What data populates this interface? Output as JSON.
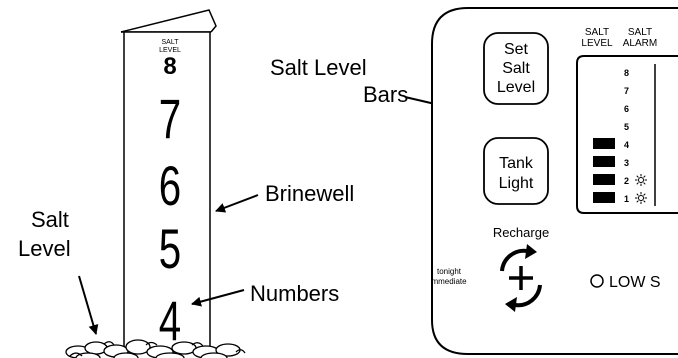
{
  "brinewell": {
    "header_line1": "SALT",
    "header_line2": "LEVEL",
    "numbers": [
      "8",
      "7",
      "6",
      "5",
      "4"
    ]
  },
  "callouts": {
    "brinewell": "Brinewell",
    "numbers": "Numbers",
    "salt_level_line1": "Salt",
    "salt_level_line2": "Level",
    "salt_level_bars_line1": "Salt Level",
    "salt_level_bars_line2": "Bars"
  },
  "panel": {
    "col_header_salt_level_1": "SALT",
    "col_header_salt_level_2": "LEVEL",
    "col_header_salt_alarm_1": "SALT",
    "col_header_salt_alarm_2": "ALARM",
    "set_salt_level_button": [
      "Set",
      "Salt",
      "Level"
    ],
    "tank_light_button": [
      "Tank",
      "Light"
    ],
    "recharge_label": "Recharge",
    "recharge_side_text_1": "tonight",
    "recharge_side_text_2": "mmediate",
    "low_salt_label": "LOW S",
    "level_rows": [
      {
        "label": "8",
        "lit": false,
        "alarm": false
      },
      {
        "label": "7",
        "lit": false,
        "alarm": false
      },
      {
        "label": "6",
        "lit": false,
        "alarm": false
      },
      {
        "label": "5",
        "lit": false,
        "alarm": false
      },
      {
        "label": "4",
        "lit": true,
        "alarm": false
      },
      {
        "label": "3",
        "lit": true,
        "alarm": false
      },
      {
        "label": "2",
        "lit": true,
        "alarm": true
      },
      {
        "label": "1",
        "lit": true,
        "alarm": true
      }
    ]
  },
  "icons": {
    "alarm": "sun-burst-icon",
    "recharge": "circular-arrows-plus-icon",
    "low_salt": "hollow-circle-indicator-icon"
  }
}
